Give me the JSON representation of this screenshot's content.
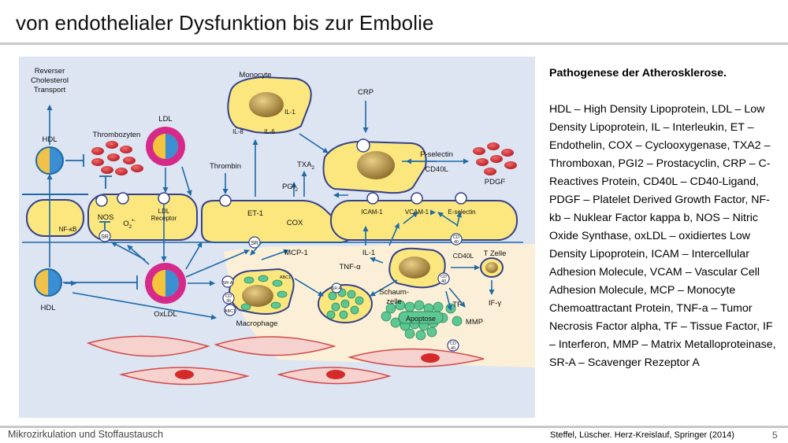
{
  "slide": {
    "title": "von endothelialer Dysfunktion bis zur Embolie",
    "footer_left": "Mikrozirkulation und Stoffaustausch",
    "source": "Steffel, Lüscher. Herz-Kreislauf, Springer (2014)",
    "page_number": "5"
  },
  "legend": {
    "heading": "Pathogenese der Atherosklerose.",
    "body": "HDL – High Density Lipoprotein, LDL – Low Density Lipoprotein, IL – Interleukin, ET – Endothelin, COX – Cyclooxygenase, TXA2 – Thromboxan, PGI2 – Prostacyclin, CRP – C-Reactives Protein, CD40L – CD40-Ligand, PDGF – Platelet Derived Growth Factor, NF-kb – Nuklear Factor kappa b, NOS – Nitric Oxide Synthase, oxLDL – oxidiertes Low Density Lipoprotein, ICAM – Intercellular Adhesion Molecule, VCAM – Vascular Cell Adhesion Molecule, MCP – Monocyte Chemoattractant Protein, TNF-a – Tumor Necrosis Factor alpha, TF – Tissue Factor, IF – Interferon, MMP – Matrix Metalloproteinase, SR-A – Scavenger Rezeptor A"
  },
  "figure": {
    "colors": {
      "background": "#dde4f2",
      "lumen_line": "#1e6aa8",
      "cell": "#fbe77d",
      "cell_outline": "#35418a",
      "intima": "#fbf0d7",
      "smooth_muscle": "#f6d2cf",
      "platelet": "#d62a34",
      "foam": "#5ec692",
      "nucleus": "#b48a3c"
    },
    "labels": {
      "reverse_transport": [
        "Reverser",
        "Cholesterol",
        "Transport"
      ],
      "hdl_top": "HDL",
      "hdl_bottom": "HDL",
      "thrombocytes": "Thrombozyten",
      "ldl": "LDL",
      "nos": "NOS",
      "o2": "O",
      "ldl_receptor": [
        "LDL",
        "Receptor"
      ],
      "nfkb": "NF-κB",
      "sr": "SR",
      "oxldl": "OxLDL",
      "monocyte": "Monocyte",
      "il1_mono": "IL-1",
      "il8": "IL-8",
      "il6": "IL-6",
      "thrombin": "Thrombin",
      "et1": "ET-1",
      "pgi2": "PGI",
      "txa2": "TXA",
      "cox": "COX",
      "crp": "CRP",
      "p_selectin": "P-selectin",
      "cd40l_top": "CD40L",
      "pdgf": "PDGF",
      "icam": "ICAM-1",
      "vcam": "VCAM-1",
      "e_selectin": "E-selectin",
      "cd40": [
        "CD",
        "40"
      ],
      "cd36": [
        "CD",
        "36"
      ],
      "mcp1": "MCP-1",
      "il1": "IL-1",
      "tnf": "TNF-α",
      "cd40l": "CD40L",
      "tcell": "T Zelle",
      "ifg": "IF-γ",
      "sra": "SR-A",
      "abc1": "ABC1",
      "macrophage": "Macrophage",
      "foam_cell": [
        "Schaum-",
        "zelle"
      ],
      "apoptosis": "Apoptose",
      "tf": "TF",
      "mmp": "MMP"
    }
  }
}
